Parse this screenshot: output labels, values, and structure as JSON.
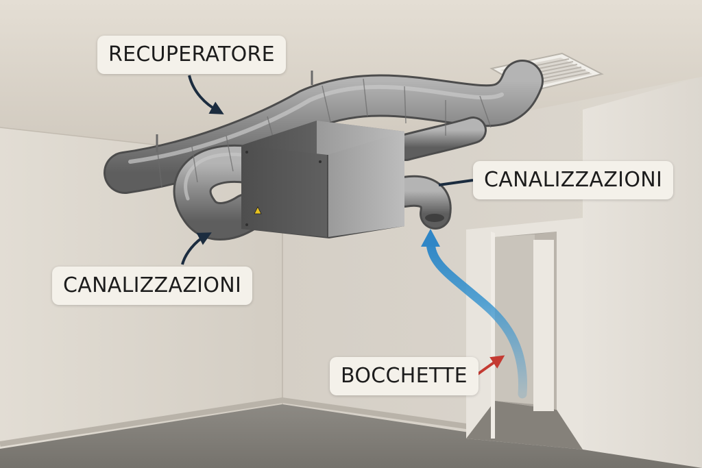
{
  "labels": {
    "recuperatore": "RECUPERATORE",
    "canalizzazioni_right": "CANALIZZAZIONI",
    "canalizzazioni_left": "CANALIZZAZIONI",
    "bocchette": "BOCCHETTE"
  },
  "colors": {
    "label_bg": "#f4f1ea",
    "pointer_arrow": "#1b2c3f",
    "bocchette_arrow": "#c43a32",
    "airflow_arrow": "#3a95cf",
    "duct": "#8a8a8a",
    "unit": "#5c5c5c"
  }
}
